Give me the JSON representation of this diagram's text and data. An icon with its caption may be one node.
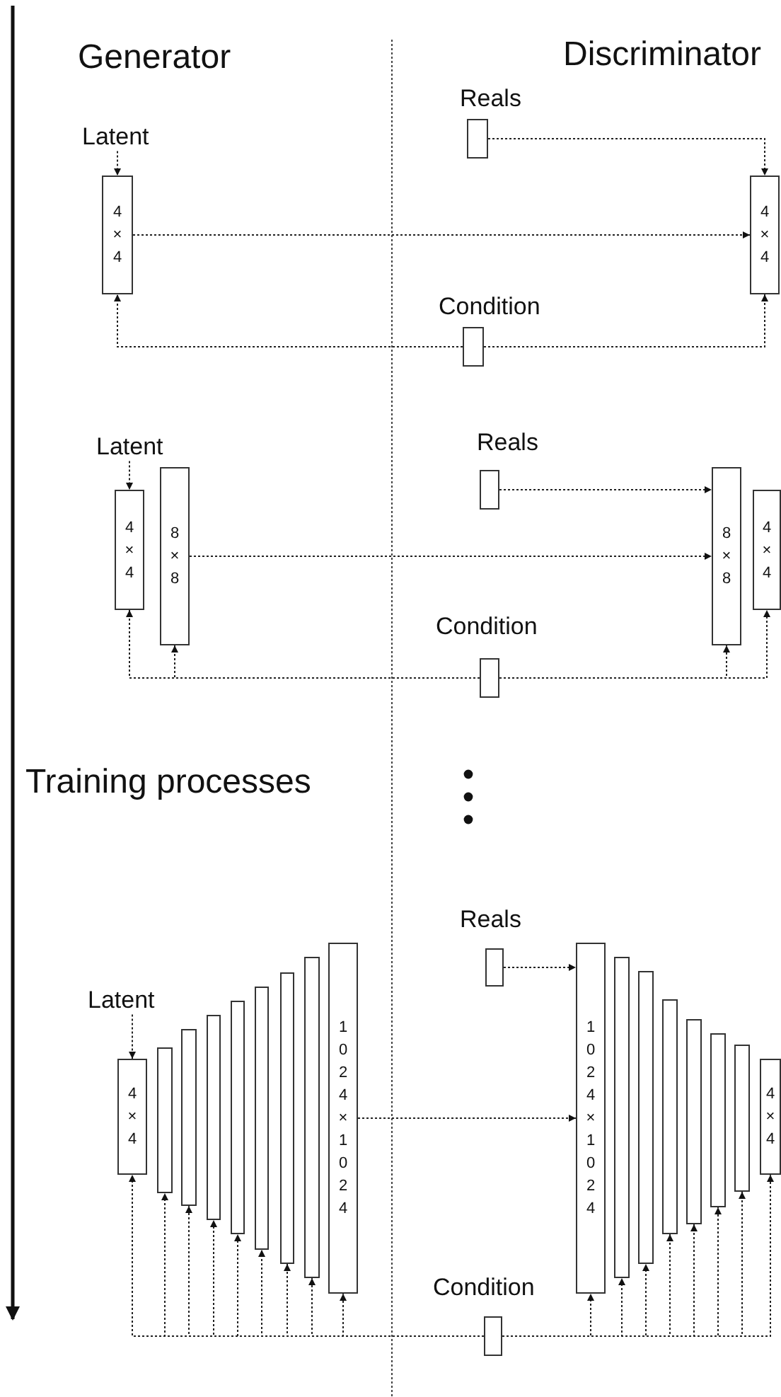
{
  "diagram": {
    "nodes": [
      {
        "text": [
          "Latent"
        ]
      },
      {
        "text": [
          "4 × 4"
        ]
      },
      {
        "text": [
          "Reals"
        ]
      },
      {
        "text": [
          "4 × 4"
        ]
      },
      {
        "text": [
          "Condition"
        ]
      },
      {
        "text": [
          "Latent"
        ]
      },
      {
        "text": [
          "4 × 4"
        ]
      },
      {
        "text": [
          "8 × 8"
        ]
      },
      {
        "text": [
          "Reals"
        ]
      },
      {
        "text": [
          "8 × 8"
        ]
      },
      {
        "text": [
          "4 × 4"
        ]
      },
      {
        "text": [
          "Condition"
        ]
      },
      {
        "text": [
          "Latent"
        ]
      },
      {
        "text": [
          "4 × 4"
        ]
      },
      {
        "text": [],
        "shape": "bar"
      },
      {
        "text": [],
        "shape": "bar"
      },
      {
        "text": [],
        "shape": "bar"
      },
      {
        "text": [],
        "shape": "bar"
      },
      {
        "text": [],
        "shape": "bar"
      },
      {
        "text": [],
        "shape": "bar"
      },
      {
        "text": [],
        "shape": "bar"
      },
      {
        "text": [
          "1 0 2 4 × 1 0 2 4"
        ]
      },
      {
        "text": [
          "Reals"
        ]
      },
      {
        "text": [
          "1 0 2 4 × 1 0 2 4"
        ]
      },
      {
        "text": [],
        "shape": "bar"
      },
      {
        "text": [],
        "shape": "bar"
      },
      {
        "text": [],
        "shape": "bar"
      },
      {
        "text": [],
        "shape": "bar"
      },
      {
        "text": [],
        "shape": "bar"
      },
      {
        "text": [],
        "shape": "bar"
      },
      {
        "text": [
          "4 × 4"
        ]
      },
      {
        "text": [
          "Condition"
        ]
      }
    ],
    "edges": [
      {
        "from": 0,
        "to": 1,
        "arrow": "to"
      },
      {
        "from": 2,
        "to": 3,
        "arrow": "to"
      },
      {
        "from": 1,
        "to": 3,
        "arrow": "to"
      },
      {
        "from": 4,
        "to": 1,
        "arrow": "to"
      },
      {
        "from": 4,
        "to": 3,
        "arrow": "to"
      },
      {
        "from": 5,
        "to": 6,
        "arrow": "to"
      },
      {
        "from": 8,
        "to": 9,
        "arrow": "to"
      },
      {
        "from": 7,
        "to": 9,
        "arrow": "to"
      },
      {
        "from": 11,
        "to": 6,
        "arrow": "to"
      },
      {
        "from": 11,
        "to": 7,
        "arrow": "to"
      },
      {
        "from": 11,
        "to": 9,
        "arrow": "to"
      },
      {
        "from": 11,
        "to": 10,
        "arrow": "to"
      },
      {
        "from": 12,
        "to": 13,
        "arrow": "to"
      },
      {
        "from": 22,
        "to": 23,
        "arrow": "to"
      },
      {
        "from": 21,
        "to": 23,
        "arrow": "to"
      },
      {
        "from": 31,
        "to": 13,
        "arrow": "to"
      },
      {
        "from": 31,
        "to": 14,
        "arrow": "to"
      },
      {
        "from": 31,
        "to": 15,
        "arrow": "to"
      },
      {
        "from": 31,
        "to": 16,
        "arrow": "to"
      },
      {
        "from": 31,
        "to": 17,
        "arrow": "to"
      },
      {
        "from": 31,
        "to": 18,
        "arrow": "to"
      },
      {
        "from": 31,
        "to": 19,
        "arrow": "to"
      },
      {
        "from": 31,
        "to": 20,
        "arrow": "to"
      },
      {
        "from": 31,
        "to": 21,
        "arrow": "to"
      },
      {
        "from": 31,
        "to": 23,
        "arrow": "to"
      },
      {
        "from": 31,
        "to": 24,
        "arrow": "to"
      },
      {
        "from": 31,
        "to": 25,
        "arrow": "to"
      },
      {
        "from": 31,
        "to": 26,
        "arrow": "to"
      },
      {
        "from": 31,
        "to": 27,
        "arrow": "to"
      },
      {
        "from": 31,
        "to": 28,
        "arrow": "to"
      },
      {
        "from": 31,
        "to": 29,
        "arrow": "to"
      },
      {
        "from": 31,
        "to": 30,
        "arrow": "to"
      }
    ],
    "labels": [
      "Generator",
      "Discriminator",
      "Training processes"
    ]
  }
}
